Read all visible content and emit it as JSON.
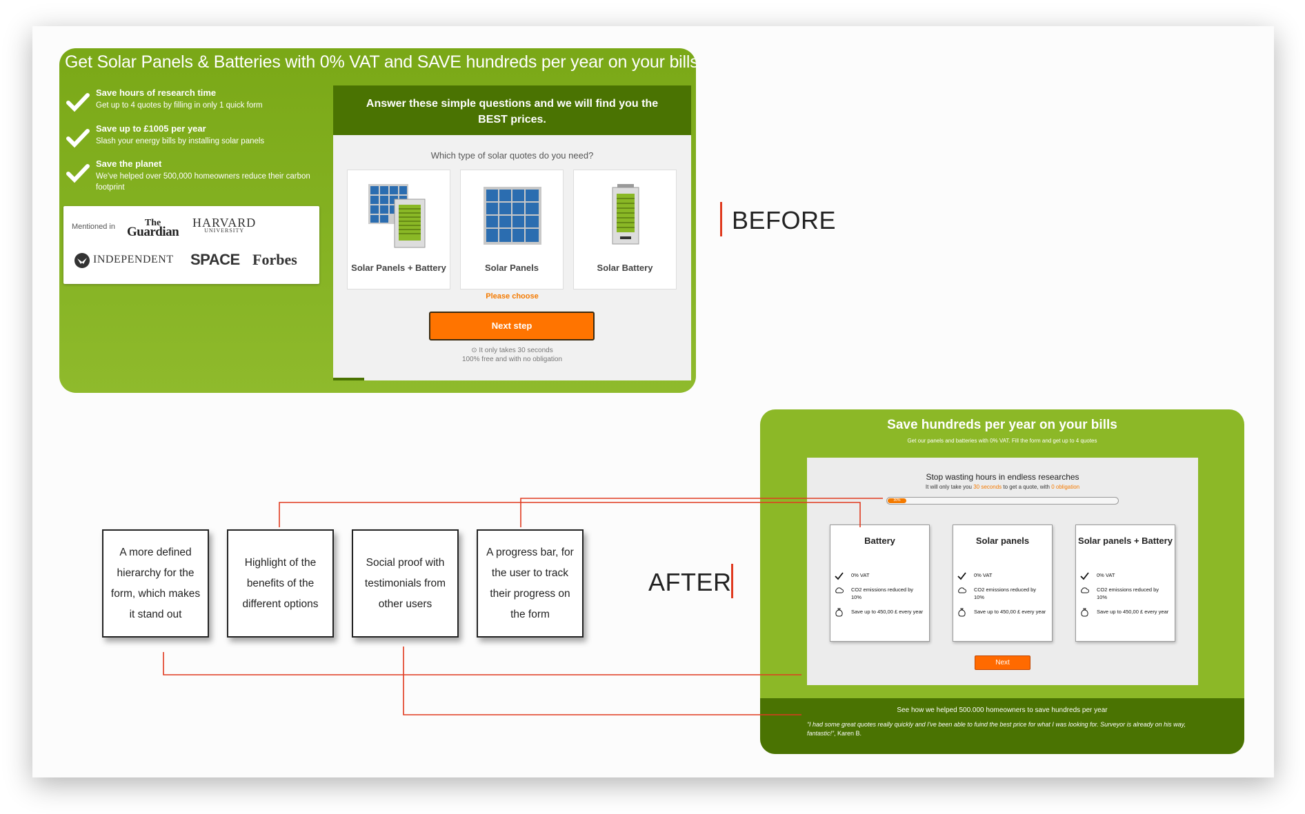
{
  "before": {
    "title": "Get Solar Panels & Batteries with 0% VAT and SAVE hundreds per year on your bills!",
    "benefits": [
      {
        "title": "Save hours of research time",
        "text": "Get up to 4 quotes by filling in only 1 quick form"
      },
      {
        "title": "Save up to £1005 per year",
        "text": "Slash your energy bills by installing solar panels"
      },
      {
        "title": "Save the planet",
        "text": "We've helped over 500,000 homeowners reduce their carbon footprint"
      }
    ],
    "press": {
      "mentioned": "Mentioned in",
      "guardian_top": "The",
      "guardian_bottom": "Guardian",
      "harvard": "HARVARD",
      "harvard_sub": "UNIVERSITY",
      "independent": "INDEPENDENT",
      "space": "SPACE",
      "forbes": "Forbes"
    },
    "form": {
      "header": "Answer these simple questions and we will find you the BEST prices.",
      "question": "Which type of solar quotes do you need?",
      "options": [
        "Solar Panels + Battery",
        "Solar Panels",
        "Solar Battery"
      ],
      "please_choose": "Please choose",
      "next": "Next step",
      "fine1": "⊙ It only takes 30 seconds",
      "fine2": "100% free and with no obligation"
    }
  },
  "labels": {
    "before": "BEFORE",
    "after": "AFTER"
  },
  "after": {
    "title": "Save hundreds per year on your bills",
    "subtitle": "Get our panels and batteries with 0% VAT. Fill the form and get up to 4 quotes",
    "form_title": "Stop wasting hours in endless researches",
    "form_sub_a": "It will only take you ",
    "form_sub_b": "30 seconds",
    "form_sub_c": " to get a quote, with ",
    "form_sub_d": "0 obligation",
    "progress": {
      "label": "30%",
      "value": 0.08
    },
    "options": [
      {
        "title": "Battery",
        "vat": "0% VAT",
        "co2": "CO2 emissions reduced by 10%",
        "save": "Save up to 450,00 £ every year"
      },
      {
        "title": "Solar panels",
        "vat": "0% VAT",
        "co2": "CO2 emissions reduced by 10%",
        "save": "Save up to 450,00 £ every year"
      },
      {
        "title": "Solar panels + Battery",
        "vat": "0% VAT",
        "co2": "CO2 emissions reduced by 10%",
        "save": "Save up to 450,00 £ every year"
      }
    ],
    "next": "Next",
    "footer_heading": "See how we helped 500.000 homeowners to save hundreds per year",
    "testimonial": "“I had some great quotes really quickly and I've been able to fuind the best price for what I was looking for. Surveyor is already on his way, fantastic!”",
    "author": ", Karen B."
  },
  "notes": [
    "A more defined hierarchy for the form, which makes it stand out",
    "Highlight of the benefits of the different options",
    "Social proof with testimonials from other users",
    "A progress bar, for the user to track their progress on the form"
  ],
  "colors": {
    "green": "#8cb827",
    "dark_green": "#4a7302",
    "orange": "#ff7400",
    "annotation_red": "#e03a1f"
  }
}
